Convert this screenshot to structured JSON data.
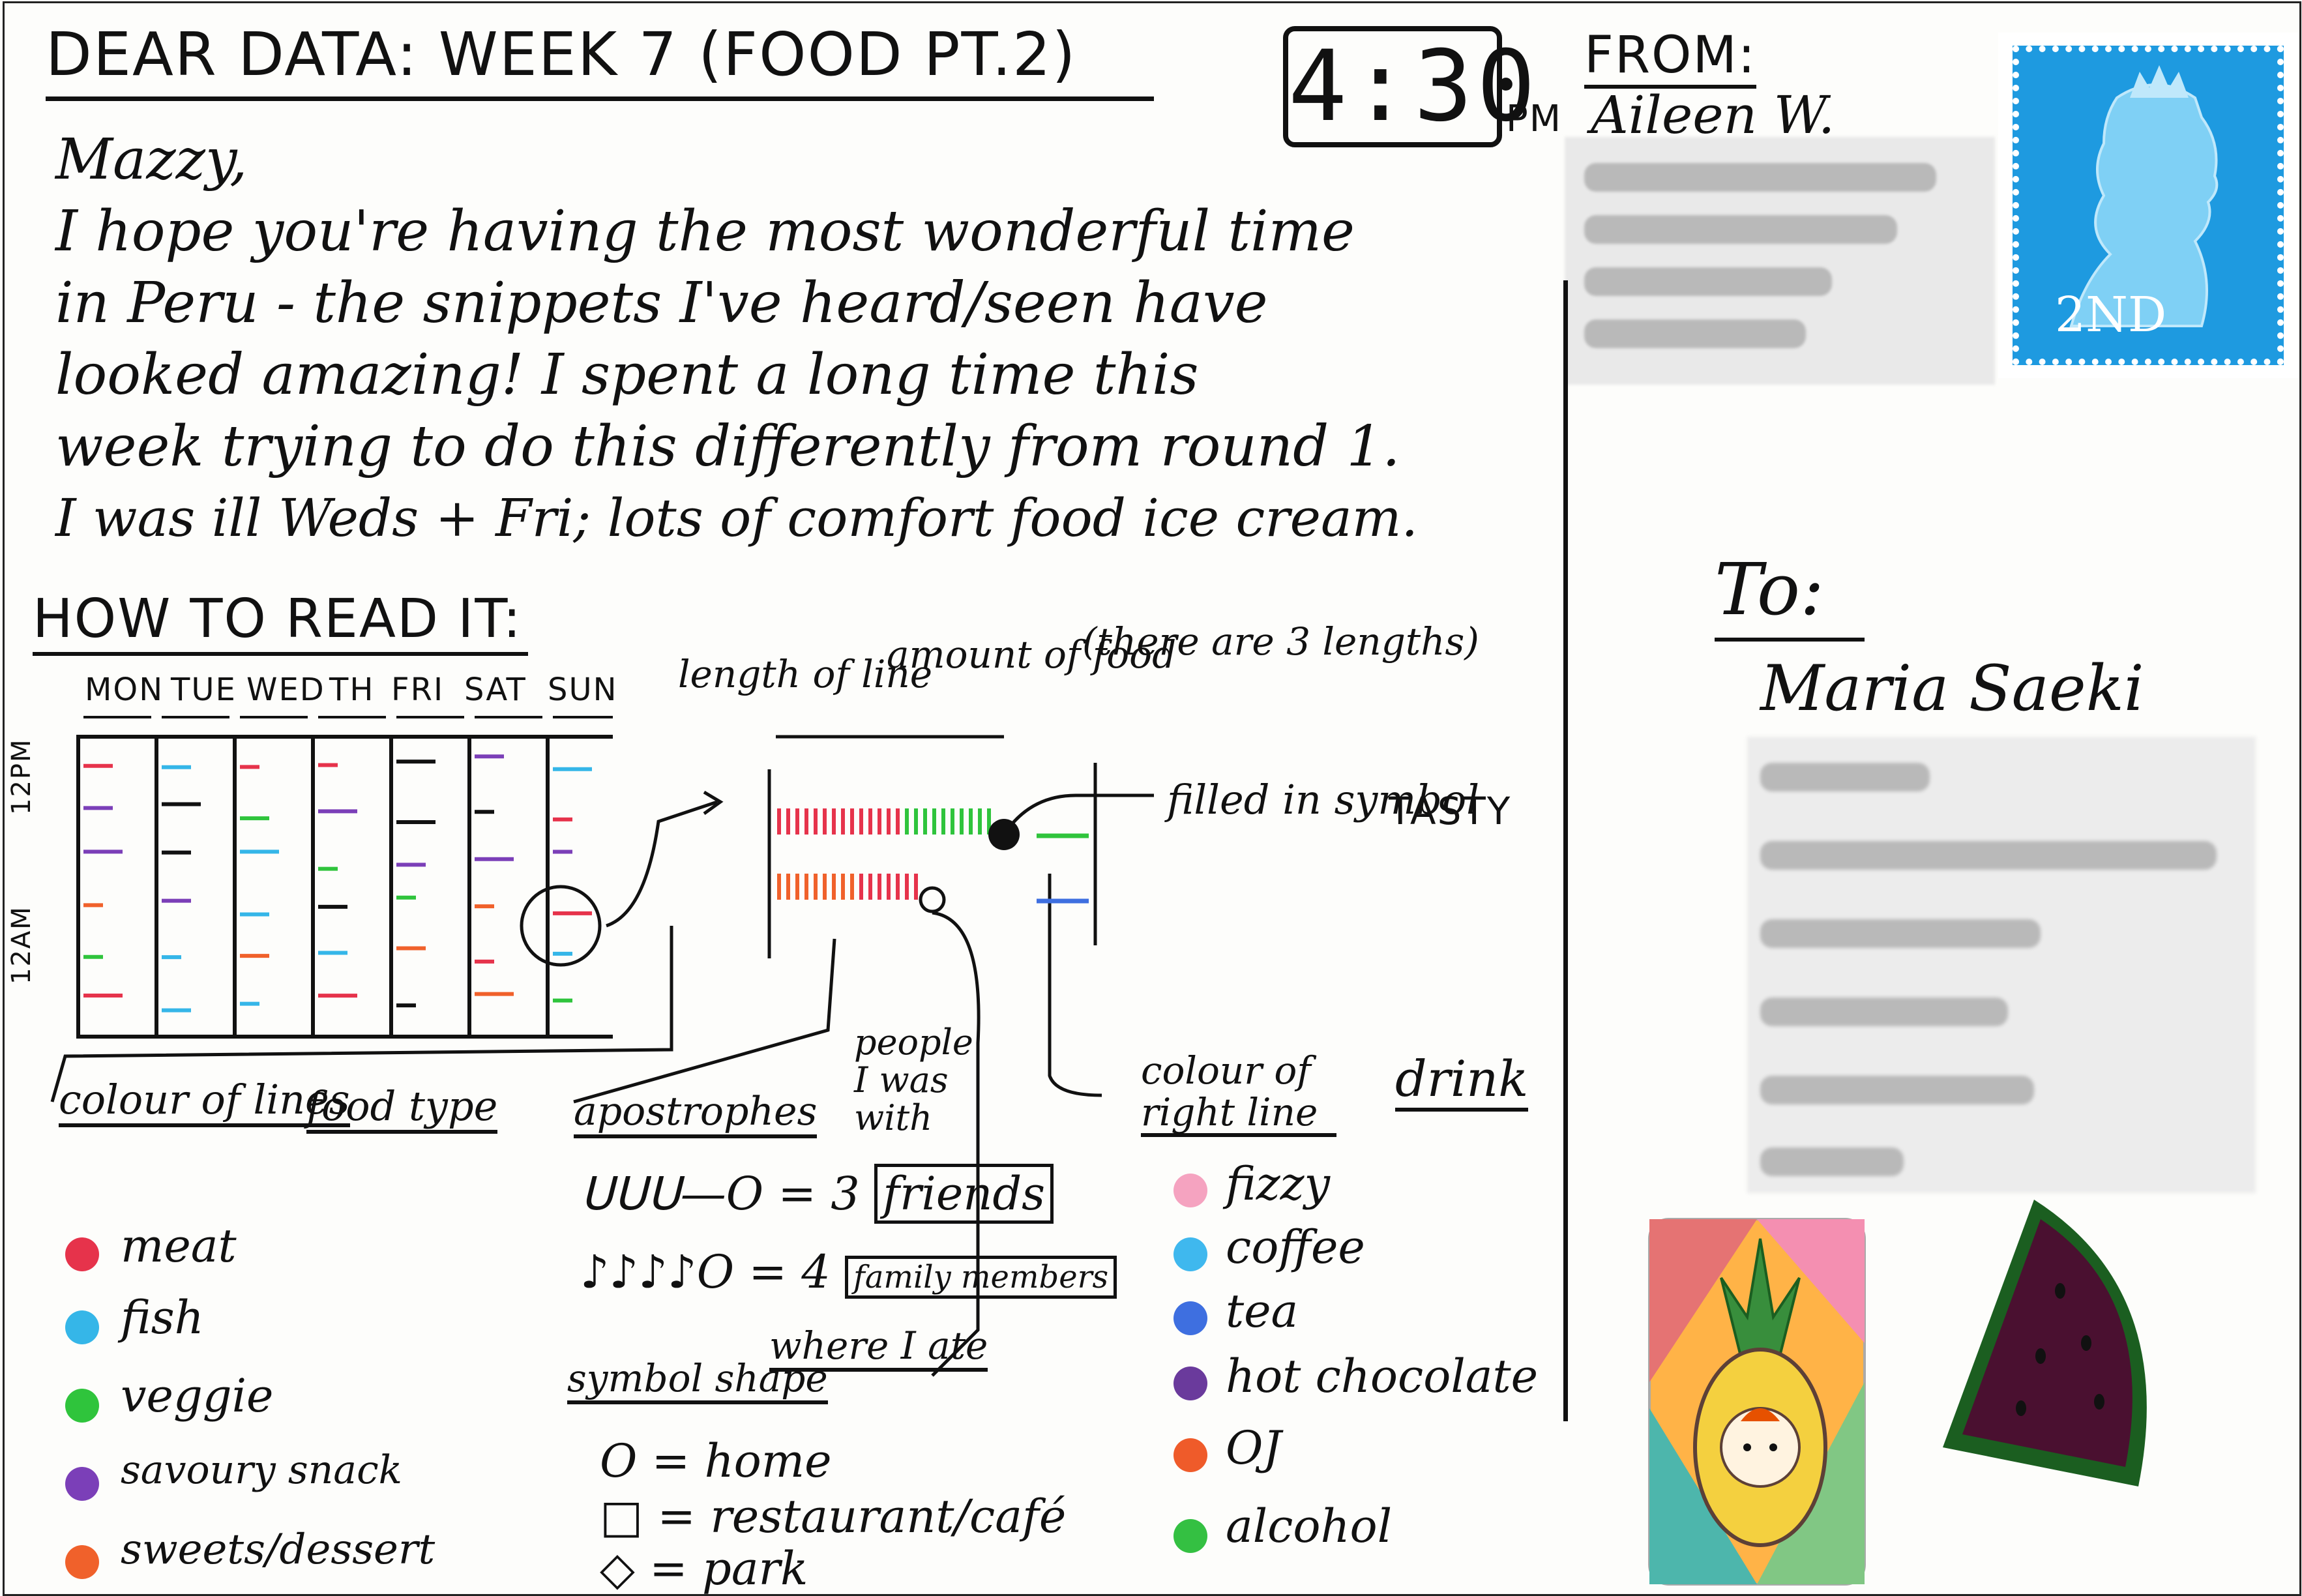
{
  "title": "DEAR DATA: WEEK 7 (FOOD PT.2)",
  "clock": {
    "time": "4:30",
    "suffix": "PM"
  },
  "from": {
    "label": "FROM:",
    "name": "Aileen W."
  },
  "to": {
    "label": "To:",
    "name": "Maria Saeki"
  },
  "stamp": {
    "value": "2ND",
    "color": "#1e9ae0"
  },
  "letter": {
    "lines": [
      "Mazzy,",
      "I hope you're having the most wonderful time",
      "in Peru - the snippets I've heard/seen have",
      "looked amazing! I spent a long time this",
      "week trying to do this differently from round 1.",
      "I was ill Weds + Fri; lots of comfort food ice cream."
    ]
  },
  "how_to_read": {
    "title": "HOW TO READ IT:",
    "days": [
      "MON",
      "TUE",
      "WED",
      "TH",
      "FRI",
      "SAT",
      "SUN"
    ],
    "time_labels": [
      "12PM",
      "12AM"
    ],
    "length_note": {
      "left": "length of line",
      "right": "amount of food",
      "aside": "(there are 3 lengths)"
    },
    "filled_note": {
      "left": "filled in symbol",
      "right": "TASTY"
    },
    "colour_of_lines": {
      "left": "colour of lines",
      "right": "food type"
    },
    "apostrophes": {
      "left": "apostrophes",
      "right": "people I was with"
    },
    "apostrophe_examples": [
      {
        "count": "3",
        "who": "friends"
      },
      {
        "count": "4",
        "who": "family members"
      }
    ],
    "symbol_shape": {
      "left": "symbol shape",
      "right": "where I ate"
    },
    "shapes": [
      {
        "glyph": "O",
        "meaning": "home"
      },
      {
        "glyph": "□",
        "meaning": "restaurant/café"
      },
      {
        "glyph": "◇",
        "meaning": "park"
      }
    ],
    "colour_of_right_line": {
      "left": "colour of right line",
      "right": "drink"
    }
  },
  "food_legend": [
    {
      "label": "meat",
      "color": "#e6334b"
    },
    {
      "label": "fish",
      "color": "#35b6e8"
    },
    {
      "label": "veggie",
      "color": "#2fc43c"
    },
    {
      "label": "savoury snack",
      "color": "#7b3fb8"
    },
    {
      "label": "sweets/dessert",
      "color": "#f0612b"
    }
  ],
  "drink_legend": [
    {
      "label": "fizzy",
      "color": "#f5a3c0"
    },
    {
      "label": "coffee",
      "color": "#3fb8ee"
    },
    {
      "label": "tea",
      "color": "#3e6fe0"
    },
    {
      "label": "hot chocolate",
      "color": "#6a3a9c"
    },
    {
      "label": "OJ",
      "color": "#ef5b2a"
    },
    {
      "label": "alcohol",
      "color": "#34c042"
    }
  ]
}
